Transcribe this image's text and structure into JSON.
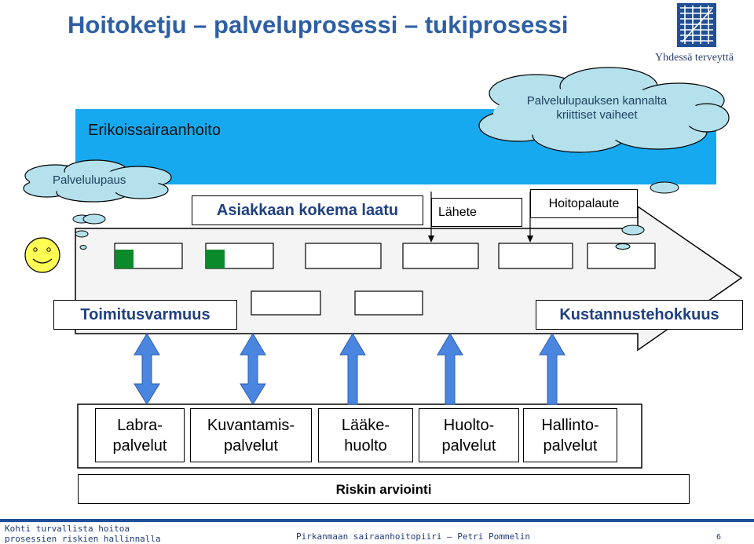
{
  "title": "Hoitoketju – palveluprosessi – tukiprosessi",
  "brand": {
    "tagline": "Yhdessä terveyttä"
  },
  "clouds": {
    "critical": "Palvelulupauksen kannalta kriittiset vaiheet",
    "promise": "Palvelulupaus"
  },
  "band": {
    "label": "Erikoissairaanhoito"
  },
  "process": {
    "customer_quality": "Asiakkaan kokema laatu",
    "referral": "Lähete",
    "feedback": "Hoitopalaute",
    "delivery": "Toimitusvarmuus",
    "cost": "Kustannustehokkuus"
  },
  "support_services": [
    {
      "line1": "Labra-",
      "line2": "palvelut"
    },
    {
      "line1": "Kuvantamis-",
      "line2": "palvelut"
    },
    {
      "line1": "Lääke-",
      "line2": "huolto"
    },
    {
      "line1": "Huolto-",
      "line2": "palvelut"
    },
    {
      "line1": "Hallinto-",
      "line2": "palvelut"
    }
  ],
  "risk": "Riskin arviointi",
  "footer": {
    "left_line1": "Kohti turvallista hoitoa",
    "left_line2": "prosessien riskien hallinnalla",
    "center": "Pirkanmaan sairaanhoitopiiri – Petri Pommelin",
    "page": "6"
  },
  "colors": {
    "title": "#2e5fa4",
    "band": "#17a9f0",
    "arrow": "#f4f4f4",
    "cloud": "#b4e1ec",
    "connector": "#4a86e0",
    "critical_marker": "#0a8a2a",
    "footer": "#1f4f99",
    "support_panel": "#ffffff"
  }
}
